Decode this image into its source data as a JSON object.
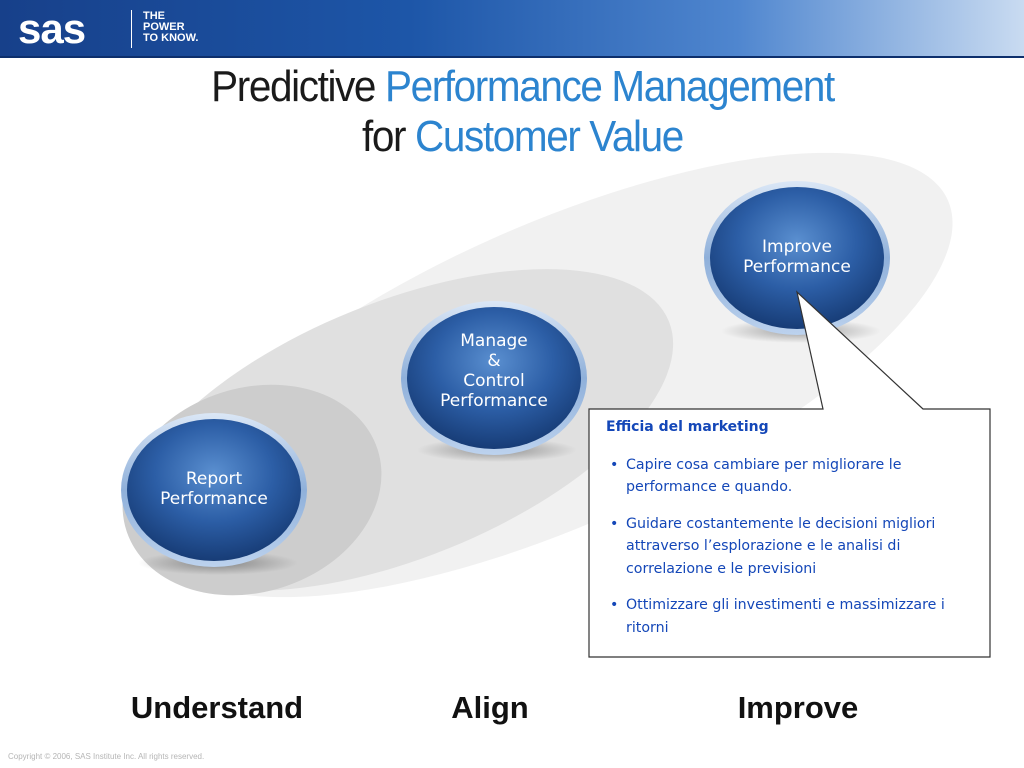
{
  "header": {
    "logo": "sas",
    "tagline": [
      "THE",
      "POWER",
      "TO KNOW."
    ]
  },
  "title": {
    "line1_plain": "Predictive ",
    "line1_highlight": "Performance Management",
    "line2_plain": "for ",
    "line2_highlight": "Customer Value"
  },
  "nodes": [
    {
      "lines": [
        "Report",
        "Performance"
      ]
    },
    {
      "lines": [
        "Manage",
        "&",
        "Control",
        "Performance"
      ]
    },
    {
      "lines": [
        "Improve",
        "Performance"
      ]
    }
  ],
  "callout": {
    "heading": "Efficia del marketing",
    "bullets": [
      "Capire cosa cambiare per migliorare le performance e quando.",
      "Guidare costantemente  le decisioni migliori attraverso l’esplorazione e le analisi di correlazione e le previsioni",
      "Ottimizzare gli investimenti e massimizzare i ritorni"
    ]
  },
  "stages": [
    "Understand",
    "Align",
    "Improve"
  ],
  "copyright": "Copyright © 2006, SAS Institute Inc. All rights reserved.",
  "colors": {
    "header_blue": "#1d56a8",
    "title_highlight": "#2c84cf",
    "node_blue": "#2a5fa8",
    "callout_text": "#1447b8"
  }
}
